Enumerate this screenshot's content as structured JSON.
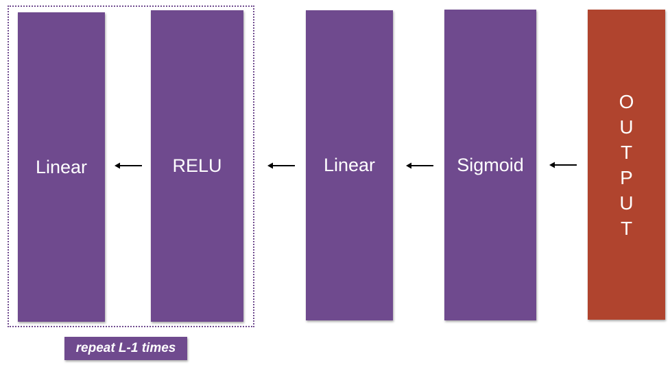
{
  "blocks": [
    {
      "label": "Linear"
    },
    {
      "label": "RELU"
    },
    {
      "label": "Linear"
    },
    {
      "label": "Sigmoid"
    },
    {
      "label": "OUTPUT",
      "letters": [
        "O",
        "U",
        "T",
        "P",
        "U",
        "T"
      ]
    }
  ],
  "repeat_label": "repeat L-1 times",
  "colors": {
    "layer": "#6f4a8e",
    "output": "#b0442e",
    "arrow": "#000000"
  }
}
